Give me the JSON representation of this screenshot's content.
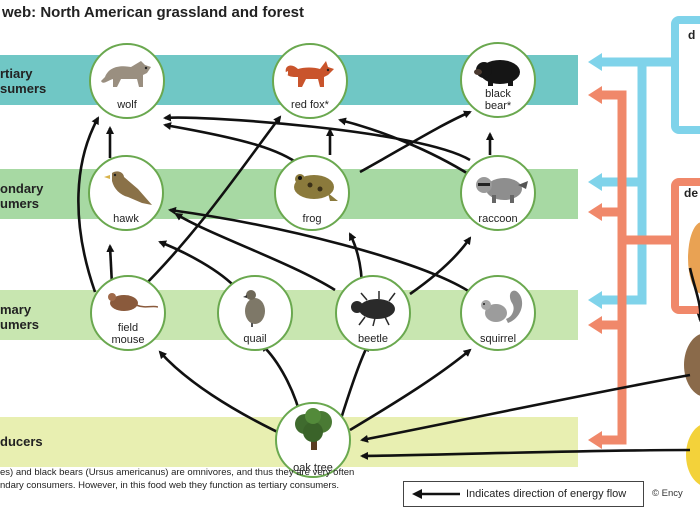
{
  "title": "web: North American grassland and forest",
  "bands": [
    {
      "id": "tertiary",
      "label_lines": [
        "rtiary",
        "sumers"
      ],
      "color": "#70c7c5"
    },
    {
      "id": "secondary",
      "label_lines": [
        "ondary",
        "umers"
      ],
      "color": "#a7d9a3"
    },
    {
      "id": "primary",
      "label_lines": [
        "mary",
        "umers"
      ],
      "color": "#c8e6b0"
    },
    {
      "id": "producers",
      "label_lines": [
        "ducers"
      ],
      "color": "#e8efb1"
    }
  ],
  "organisms": {
    "wolf": {
      "label_lines": [
        "wolf"
      ],
      "icon": "wolf-illustration"
    },
    "red_fox": {
      "label_lines": [
        "red fox*"
      ],
      "icon": "red-fox-illustration"
    },
    "black_bear": {
      "label_lines": [
        "black",
        "bear*"
      ],
      "icon": "black-bear-illustration"
    },
    "hawk": {
      "label_lines": [
        "hawk"
      ],
      "icon": "hawk-illustration"
    },
    "frog": {
      "label_lines": [
        "frog"
      ],
      "icon": "frog-illustration"
    },
    "raccoon": {
      "label_lines": [
        "raccoon"
      ],
      "icon": "raccoon-illustration"
    },
    "field_mouse": {
      "label_lines": [
        "field",
        "mouse"
      ],
      "icon": "mouse-illustration"
    },
    "quail": {
      "label_lines": [
        "quail"
      ],
      "icon": "quail-illustration"
    },
    "beetle": {
      "label_lines": [
        "beetle"
      ],
      "icon": "beetle-illustration"
    },
    "squirrel": {
      "label_lines": [
        "squirrel"
      ],
      "icon": "squirrel-illustration"
    },
    "oak_tree": {
      "label_lines": [
        "oak tree"
      ],
      "icon": "oak-tree-illustration"
    }
  },
  "side_labels": {
    "decomposers_top": "d",
    "detritivores": "de"
  },
  "footnote_lines": [
    "es) and black bears (Ursus americanus) are omnivores, and thus they are very often",
    "ndary consumers. However, in this food web they function as tertiary consumers."
  ],
  "legend": {
    "text": "Indicates direction of energy flow"
  },
  "credit": "© Ency",
  "colors": {
    "arrow": "#111111",
    "blue_flow": "#7fd3ea",
    "orange_flow": "#f0886a",
    "node_border": "#6aa84f"
  }
}
